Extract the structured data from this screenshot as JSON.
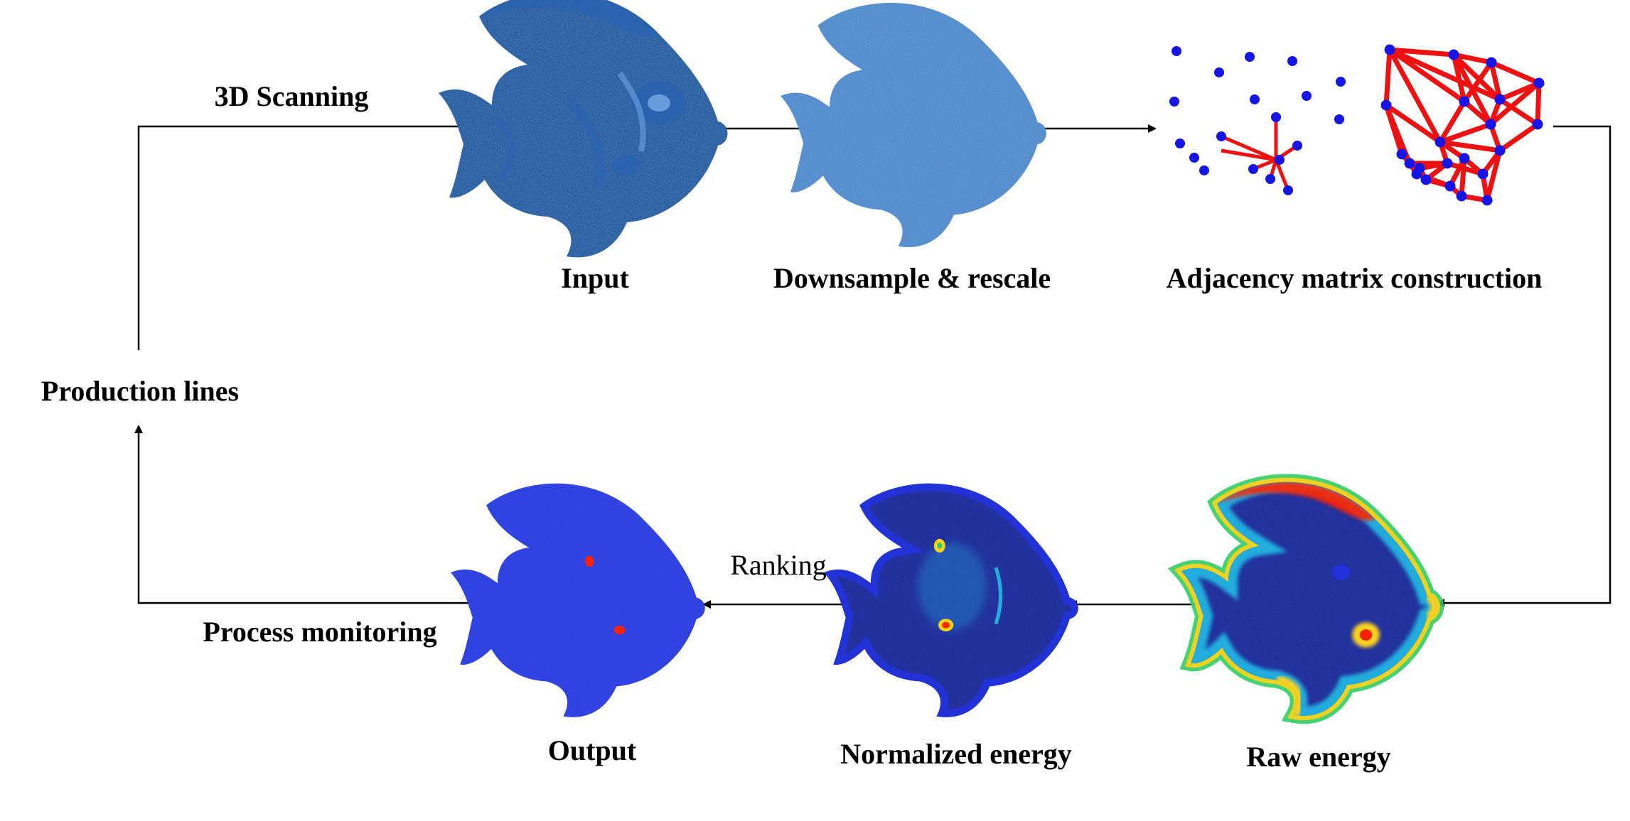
{
  "labels": {
    "scanning": "3D Scanning",
    "input": "Input",
    "downsample": "Downsample & rescale",
    "adjacency": "Adjacency matrix construction",
    "production": "Production lines",
    "process": "Process monitoring",
    "ranking": "Ranking",
    "output": "Output",
    "normalized": "Normalized energy",
    "raw": "Raw energy"
  },
  "colors": {
    "scan_blue": "#3f7fcf",
    "scan_dark": "#2a62b0",
    "down_blue": "#4d88cc",
    "node_blue": "#1515e6",
    "edge_red": "#ee1111",
    "energy_blue": "#2233dd",
    "energy_navy": "#1b2a9a",
    "hot_red": "#ff2200",
    "warm_yellow": "#ffd21a",
    "warm_green": "#33cc66",
    "cyan": "#22ccee",
    "arrow": "#000000"
  },
  "icons": {
    "input": "fish-point-cloud-raw",
    "downsample": "fish-point-cloud-downsampled",
    "sparse_graph": "sparse-point-graph",
    "dense_graph": "dense-adjacency-graph",
    "raw_energy": "fish-raw-energy-heatmap",
    "normalized_energy": "fish-normalized-energy-heatmap",
    "output": "fish-output-anomaly-map"
  }
}
